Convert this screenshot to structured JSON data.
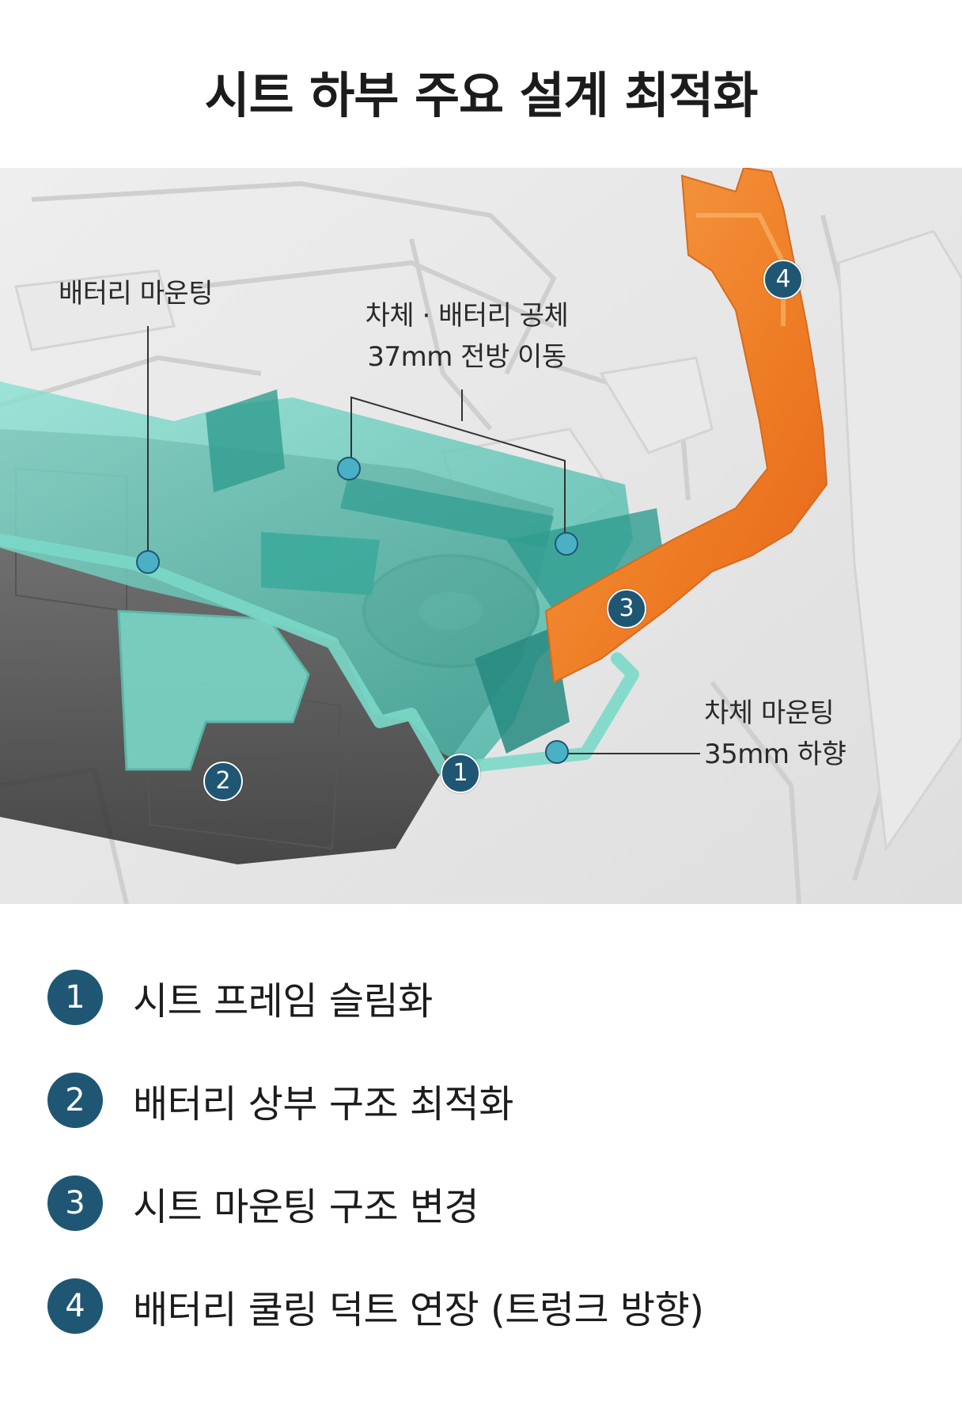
{
  "title": "시트 하부 주요 설계 최적화",
  "callouts": {
    "battery_mounting": "배터리 마운팅",
    "body_battery_gap_line1": "차체 · 배터리 공체",
    "body_battery_gap_line2": "37mm 전방 이동",
    "body_mounting_line1": "차체 마운팅",
    "body_mounting_line2": "35mm 하향"
  },
  "markers": [
    "1",
    "2",
    "3",
    "4"
  ],
  "legend": [
    {
      "num": "1",
      "label": "시트 프레임 슬림화"
    },
    {
      "num": "2",
      "label": "배터리 상부 구조 최적화"
    },
    {
      "num": "3",
      "label": "시트 마운팅 구조 변경"
    },
    {
      "num": "4",
      "label": "배터리 쿨링 덕트 연장 (트렁크 방향)"
    }
  ],
  "colors": {
    "teal_frame": "#6fd3c2",
    "teal_dark": "#2f9c90",
    "orange_duct": "#f08a2c",
    "marker_blue": "#1f5673",
    "gray_bg": "#e6e6e6",
    "battery_dark": "#3a3a3a"
  }
}
